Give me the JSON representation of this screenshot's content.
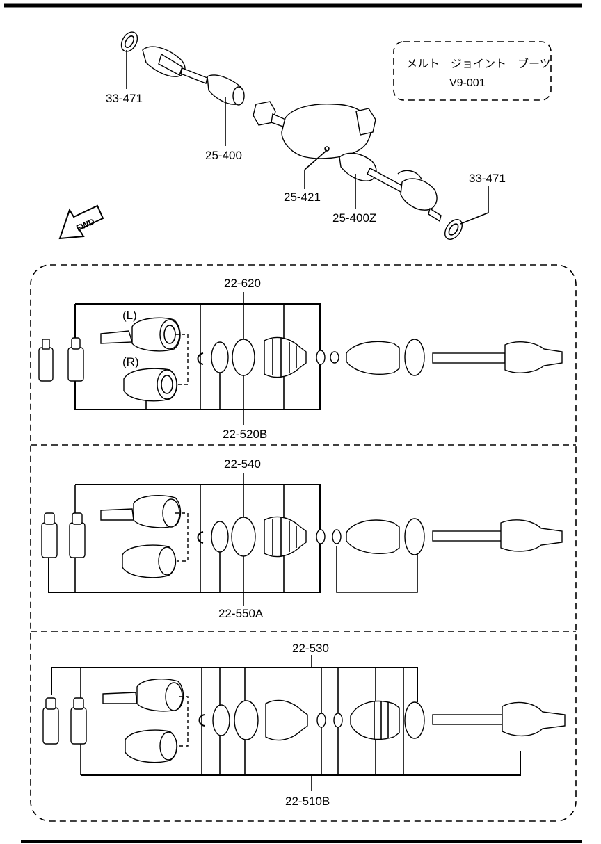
{
  "title_box": {
    "line1": "メルト　ジョイント　ブーツ",
    "line2": "V9-001"
  },
  "top_labels": {
    "seal_left": "33-471",
    "shaft_left": "25-400",
    "clip": "25-421",
    "shaft_right": "25-400Z",
    "seal_right": "33-471",
    "fwd": "FWD"
  },
  "section1": {
    "top_label": "22-620",
    "bottom_label": "22-520B",
    "left_tag": "(L)",
    "right_tag": "(R)"
  },
  "section2": {
    "top_label": "22-540",
    "bottom_label": "22-550A"
  },
  "section3": {
    "top_label": "22-530",
    "bottom_label": "22-510B"
  }
}
